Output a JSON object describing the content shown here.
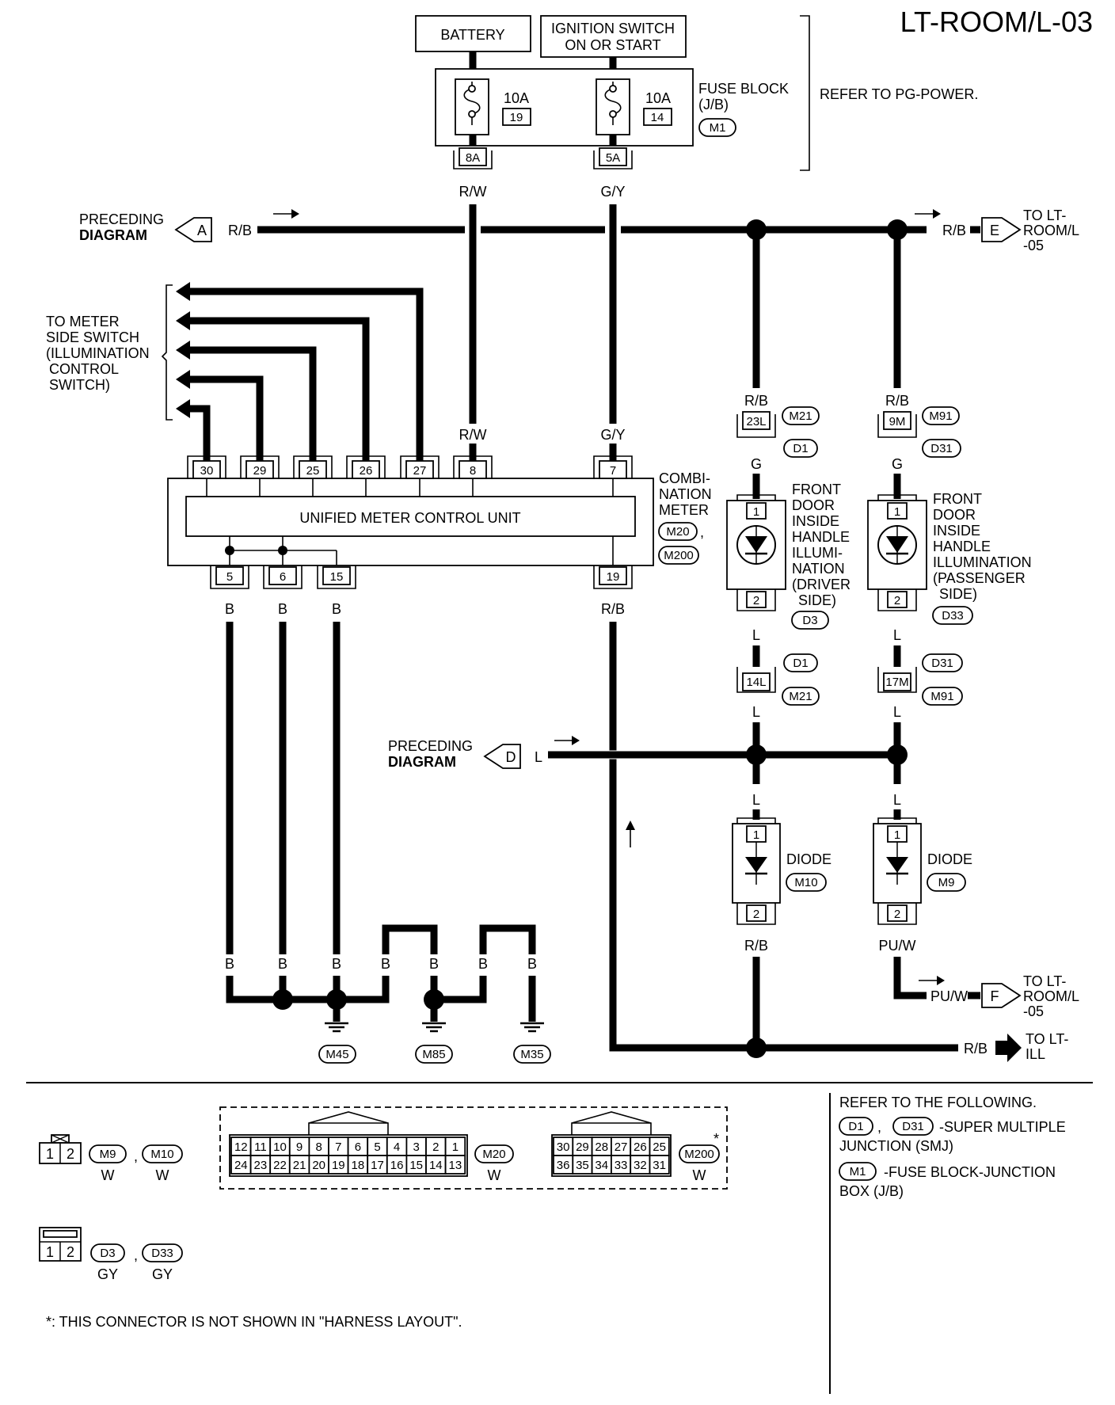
{
  "title": "LT-ROOM/L-03",
  "sources": {
    "battery": "BATTERY",
    "ignition_line1": "IGNITION SWITCH",
    "ignition_line2": "ON OR START"
  },
  "fuse_block": {
    "label_line1": "FUSE BLOCK",
    "label_line2": "(J/B)",
    "connector": "M1",
    "refer": "REFER TO PG-POWER.",
    "fuses": [
      {
        "amp": "10A",
        "num": "19",
        "terminal": "8A",
        "wire": "R/W"
      },
      {
        "amp": "10A",
        "num": "14",
        "terminal": "5A",
        "wire": "G/Y"
      }
    ]
  },
  "offpage": {
    "preceding": {
      "line1": "PRECEDING",
      "line2": "DIAGRAM"
    },
    "A": {
      "letter": "A",
      "wire": "R/B"
    },
    "D": {
      "letter": "D",
      "wire": "L"
    },
    "E": {
      "letter": "E",
      "wire": "R/B",
      "line1": "TO LT-",
      "line2": "ROOM/L",
      "line3": "-05"
    },
    "F": {
      "letter": "F",
      "wire": "PU/W",
      "line1": "TO LT-",
      "line2": "ROOM/L",
      "line3": "-05"
    },
    "ILL": {
      "wire": "R/B",
      "line1": "TO LT-",
      "line2": "ILL"
    }
  },
  "meter_switch": {
    "lines": [
      "TO METER",
      "SIDE SWITCH",
      "(ILLUMINATION",
      "CONTROL",
      "SWITCH)"
    ]
  },
  "meter": {
    "unit": "UNIFIED METER CONTROL UNIT",
    "label": [
      "COMBI-",
      "NATION",
      "METER"
    ],
    "connectors": [
      "M20",
      "M200"
    ],
    "top_terminals": [
      "30",
      "29",
      "25",
      "26",
      "27",
      "8",
      "7"
    ],
    "bottom_terminals": [
      "5",
      "6",
      "15",
      "19"
    ],
    "wire_rw": "R/W",
    "wire_gy": "G/Y",
    "wire_rb": "R/B",
    "wire_b": "B"
  },
  "driver": {
    "wire_top": "R/B",
    "term_top": "23L",
    "conn_a": "M21",
    "conn_b": "D1",
    "wire_mid": "G",
    "label": [
      "FRONT",
      "DOOR",
      "INSIDE",
      "HANDLE",
      "ILLUMI-",
      "NATION",
      "(DRIVER",
      "SIDE)"
    ],
    "pin1": "1",
    "pin2": "2",
    "conn": "D3",
    "wire_l": "L",
    "term_bottom": "14L",
    "conn_c": "D1",
    "conn_d": "M21"
  },
  "passenger": {
    "wire_top": "R/B",
    "term_top": "9M",
    "conn_a": "M91",
    "conn_b": "D31",
    "wire_mid": "G",
    "label": [
      "FRONT",
      "DOOR",
      "INSIDE",
      "HANDLE",
      "ILLUMINATION",
      "(PASSENGER",
      "SIDE)"
    ],
    "pin1": "1",
    "pin2": "2",
    "conn": "D33",
    "wire_l": "L",
    "term_bottom": "17M",
    "conn_c": "D31",
    "conn_d": "M91"
  },
  "diodes": [
    {
      "label": "DIODE",
      "conn": "M10",
      "pin1": "1",
      "pin2": "2",
      "wire_out": "R/B",
      "wire_in": "L"
    },
    {
      "label": "DIODE",
      "conn": "M9",
      "pin1": "1",
      "pin2": "2",
      "wire_out": "PU/W",
      "wire_in": "L"
    }
  ],
  "grounds": {
    "wire": "B",
    "points": [
      "M45",
      "M85",
      "M35"
    ]
  },
  "legend": {
    "diode_conn": {
      "pins": [
        "1",
        "2"
      ],
      "items": [
        {
          "id": "M9",
          "color": "W"
        },
        {
          "id": "M10",
          "color": "W"
        }
      ]
    },
    "lamp_conn": {
      "pins": [
        "1",
        "2"
      ],
      "items": [
        {
          "id": "D3",
          "color": "GY"
        },
        {
          "id": "D33",
          "color": "GY"
        }
      ]
    },
    "m20": {
      "id": "M20",
      "color": "W",
      "row1": [
        "12",
        "11",
        "10",
        "9",
        "8",
        "7",
        "6",
        "5",
        "4",
        "3",
        "2",
        "1"
      ],
      "row2": [
        "24",
        "23",
        "22",
        "21",
        "20",
        "19",
        "18",
        "17",
        "16",
        "15",
        "14",
        "13"
      ]
    },
    "m200": {
      "id": "M200",
      "color": "W",
      "asterisk": "*",
      "row1": [
        "30",
        "29",
        "28",
        "27",
        "26",
        "25"
      ],
      "row2": [
        "36",
        "35",
        "34",
        "33",
        "32",
        "31"
      ]
    },
    "note": "*: THIS CONNECTOR IS NOT SHOWN IN \"HARNESS LAYOUT\".",
    "refer_title": "REFER TO THE FOLLOWING.",
    "refer_smj_ids": [
      "D1",
      "D31"
    ],
    "refer_smj_text": "-SUPER MULTIPLE",
    "refer_smj_text2": "JUNCTION (SMJ)",
    "refer_fb_id": "M1",
    "refer_fb_text": "-FUSE BLOCK-JUNCTION",
    "refer_fb_text2": "BOX (J/B)"
  }
}
